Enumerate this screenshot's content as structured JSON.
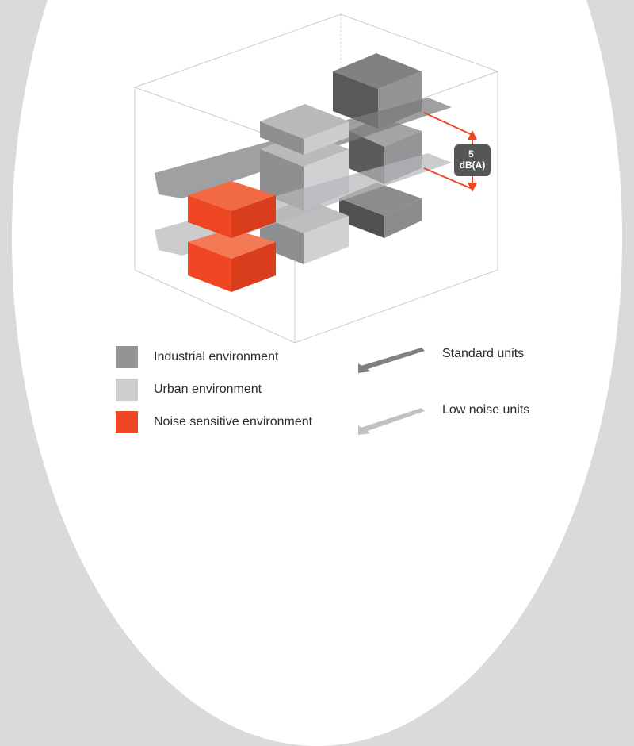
{
  "badge": {
    "line1": "5",
    "line2": "dB(A)"
  },
  "legend": {
    "items": [
      {
        "label": "Industrial environment",
        "color": "#939496"
      },
      {
        "label": "Urban environment",
        "color": "#cdcfd1"
      },
      {
        "label": "Noise sensitive environment",
        "color": "#ef4723"
      }
    ],
    "units": [
      {
        "label": "Standard units",
        "color": "#808183"
      },
      {
        "label": "Low noise units",
        "color": "#bfc1c3"
      }
    ]
  },
  "colors": {
    "industrial": "#8b8c8e",
    "urban": "#cfd1d3",
    "noise_sensitive": "#ef4723",
    "accent": "#ef4723",
    "frame": "#cccccc"
  }
}
